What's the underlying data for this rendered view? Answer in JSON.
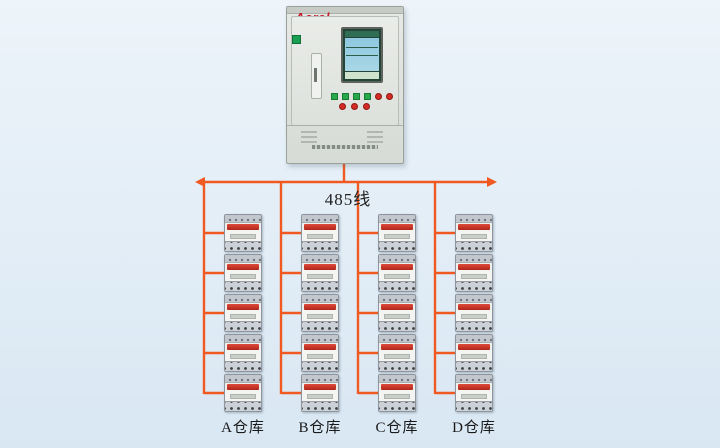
{
  "colors": {
    "bus": "#f05a22",
    "background": "#e7f0f8"
  },
  "cabinet": {
    "brand": "Acrel"
  },
  "bus": {
    "label": "485线"
  },
  "columns": [
    {
      "label": "A仓库",
      "device_count": 5
    },
    {
      "label": "B仓库",
      "device_count": 5
    },
    {
      "label": "C仓库",
      "device_count": 5
    },
    {
      "label": "D仓库",
      "device_count": 5
    }
  ]
}
